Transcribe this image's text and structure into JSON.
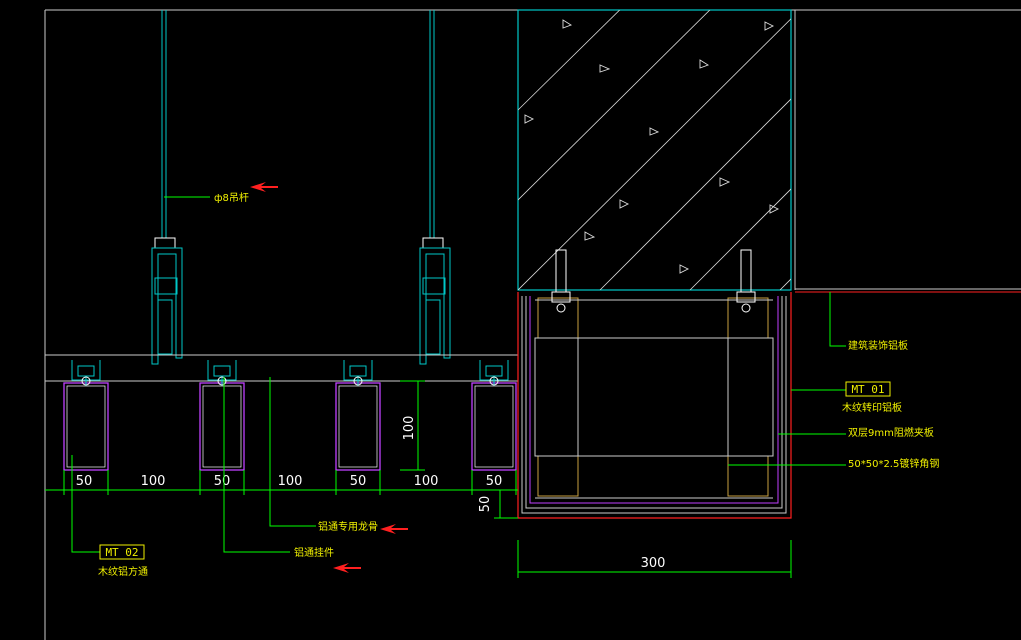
{
  "labels": {
    "rod": "ф8吊杆",
    "light_keel": "铝通专用龙骨",
    "hanger": "铝通挂件",
    "aluminum_panel": "建筑装饰铝板",
    "mt01_desc": "木纹转印铝板",
    "plywood": "双层9mm阻燃夹板",
    "angle_steel": "50*50*2.5镀锌角钢",
    "mt02_desc": "木纹铝方通"
  },
  "tags": {
    "mt01": "MT 01",
    "mt02": "MT 02"
  },
  "dimensions": {
    "w1": "50",
    "g1": "100",
    "w2": "50",
    "g2": "100",
    "w3": "50",
    "g3": "100",
    "w4": "50",
    "height": "100",
    "bottom": "50",
    "box_width": "300"
  },
  "colors": {
    "background": "#000000",
    "cyan": "#00c8c8",
    "green": "#00ff00",
    "yellow": "#f0f000",
    "red": "#ff2020",
    "magenta": "#c040ff"
  }
}
